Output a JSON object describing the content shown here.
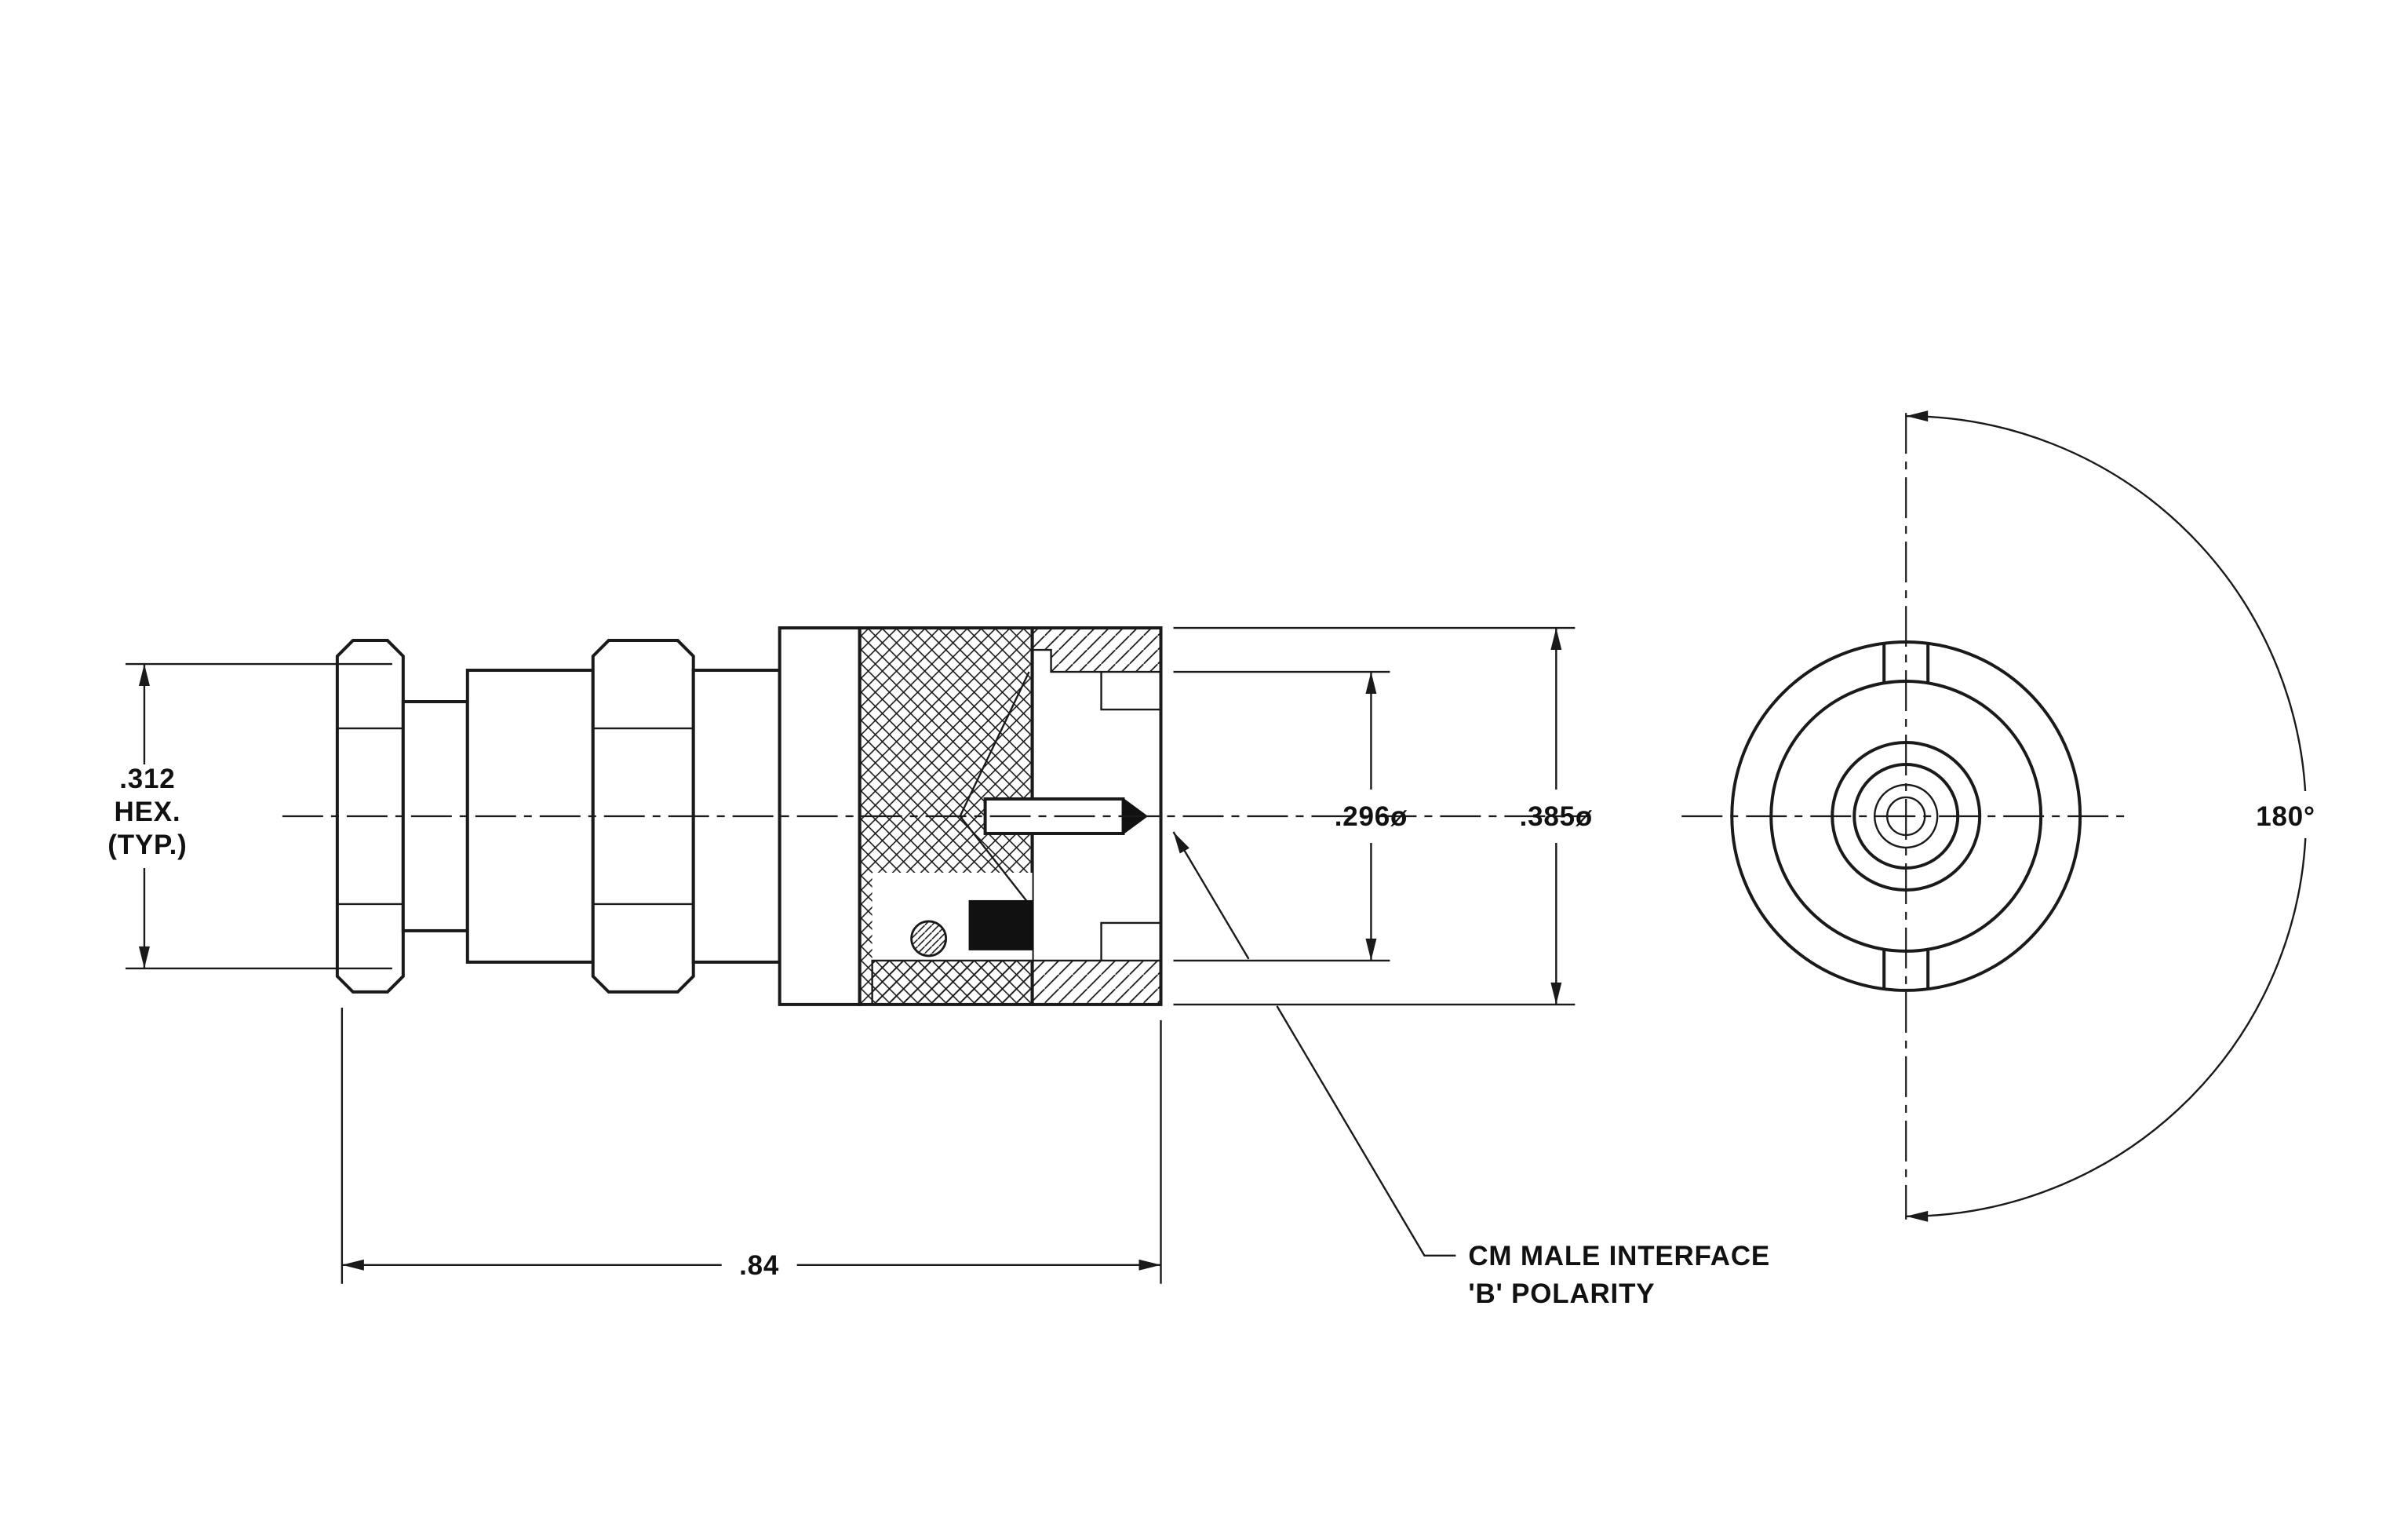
{
  "colors": {
    "line": "#1a1a1a",
    "background": "#ffffff"
  },
  "side_view": {
    "hex_dim_line1": ".312",
    "hex_dim_line2": "HEX.",
    "hex_dim_line3": "(TYP.)",
    "length_dim": ".84",
    "pin_bore_dia_dim": ".296ø",
    "body_dia_dim": ".385ø",
    "callout_line1": "CM MALE INTERFACE",
    "callout_line2": "'B' POLARITY"
  },
  "front_view": {
    "angle_dim": "180°"
  }
}
